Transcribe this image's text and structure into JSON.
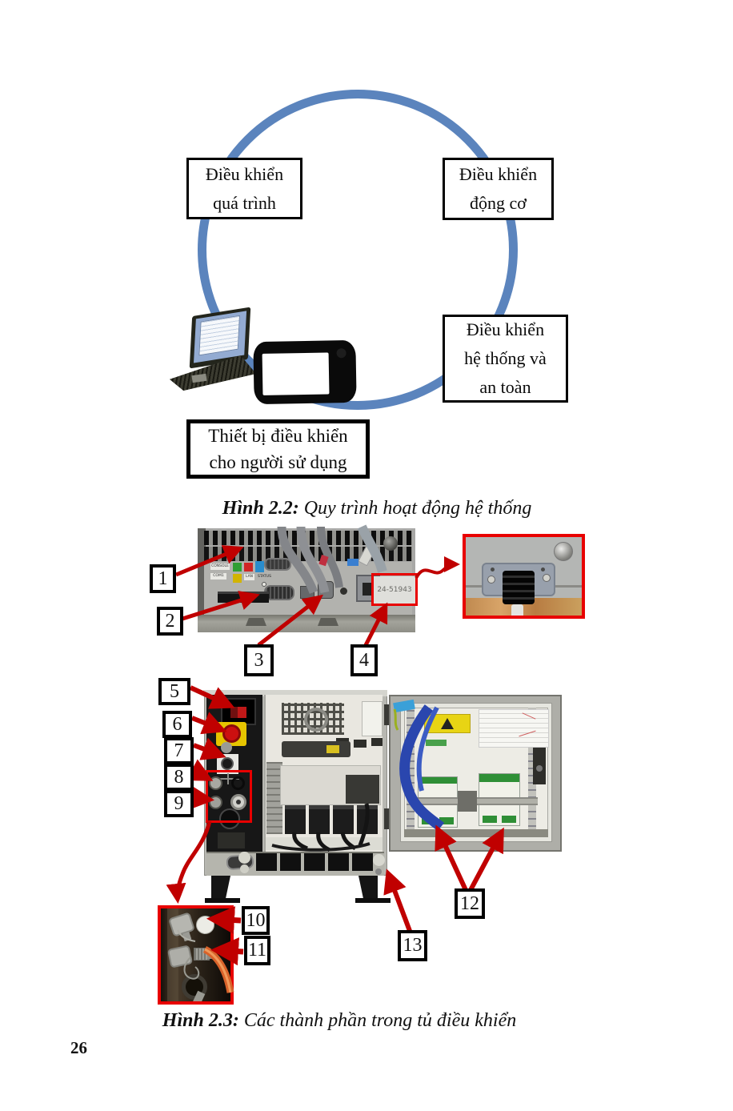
{
  "page": {
    "number": "26"
  },
  "figure_2_2": {
    "caption": {
      "label": "Hình 2.2:",
      "text": " Quy trình hoạt động hệ thống"
    },
    "box_process": [
      "Điều khiển",
      "quá trình"
    ],
    "box_motor": [
      "Điều khiển",
      "động cơ"
    ],
    "box_system": [
      "Điều khiển",
      "hệ thống và",
      "an toàn"
    ],
    "box_user": [
      "Thiết bị điều khiển",
      "cho người sử dụng"
    ]
  },
  "figure_2_3": {
    "caption": {
      "label": "Hình 2.3:",
      "text": " Các thành phần trong tủ điều khiển"
    },
    "callouts": [
      "1",
      "2",
      "3",
      "4",
      "5",
      "6",
      "7",
      "8",
      "9",
      "10",
      "11",
      "12",
      "13"
    ],
    "rear_panel": {
      "serial_number": "24-51943",
      "port_labels": [
        "CONSOLE",
        "COM1",
        "LAN",
        "STATUS"
      ]
    }
  },
  "colors": {
    "circle_blue": "#5b84bd",
    "annotation_red": "#c00000",
    "highlight_red": "#e80000"
  }
}
